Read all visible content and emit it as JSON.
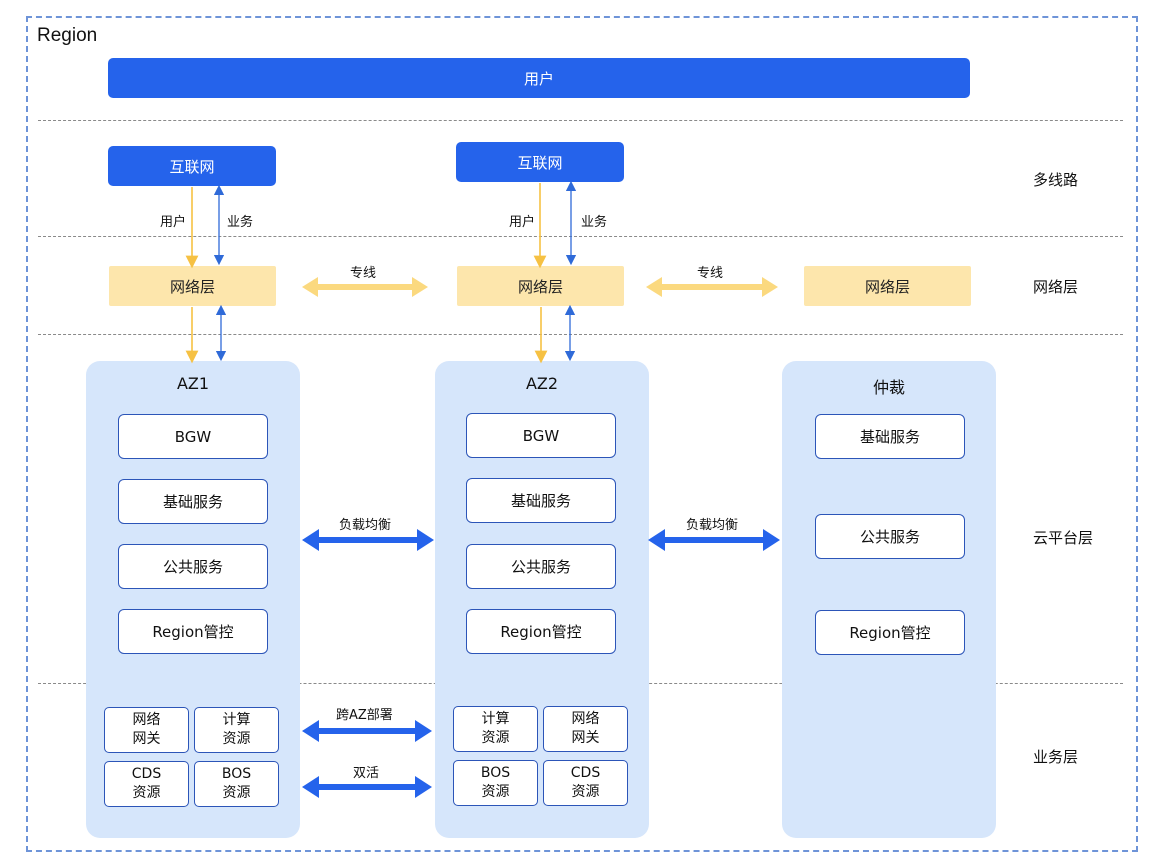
{
  "region_label": "Region",
  "user_bar": "用户",
  "layers": {
    "multiline": "多线路",
    "network": "网络层",
    "cloud_platform": "云平台层",
    "business": "业务层"
  },
  "internet": [
    "互联网",
    "互联网"
  ],
  "flow_labels": {
    "user": "用户",
    "business": "业务"
  },
  "network_boxes": [
    "网络层",
    "网络层",
    "网络层"
  ],
  "dedicated_line": "专线",
  "load_balance": "负载均衡",
  "cross_az": "跨AZ部署",
  "active_active": "双活",
  "az1": {
    "title": "AZ1",
    "services": [
      "BGW",
      "基础服务",
      "公共服务",
      "Region管控"
    ],
    "resources": [
      [
        "网络",
        "网关"
      ],
      [
        "计算",
        "资源"
      ],
      [
        "CDS",
        "资源"
      ],
      [
        "BOS",
        "资源"
      ]
    ]
  },
  "az2": {
    "title": "AZ2",
    "services": [
      "BGW",
      "基础服务",
      "公共服务",
      "Region管控"
    ],
    "resources": [
      [
        "计算",
        "资源"
      ],
      [
        "网络",
        "网关"
      ],
      [
        "BOS",
        "资源"
      ],
      [
        "CDS",
        "资源"
      ]
    ]
  },
  "arbitration": {
    "title": "仲裁",
    "services": [
      "基础服务",
      "公共服务",
      "Region管控"
    ]
  },
  "colors": {
    "primary_blue": "#2563eb",
    "network_yellow": "#fde6ac",
    "panel_blue": "#d6e6fb",
    "yellow_arrow": "#f6c143"
  }
}
